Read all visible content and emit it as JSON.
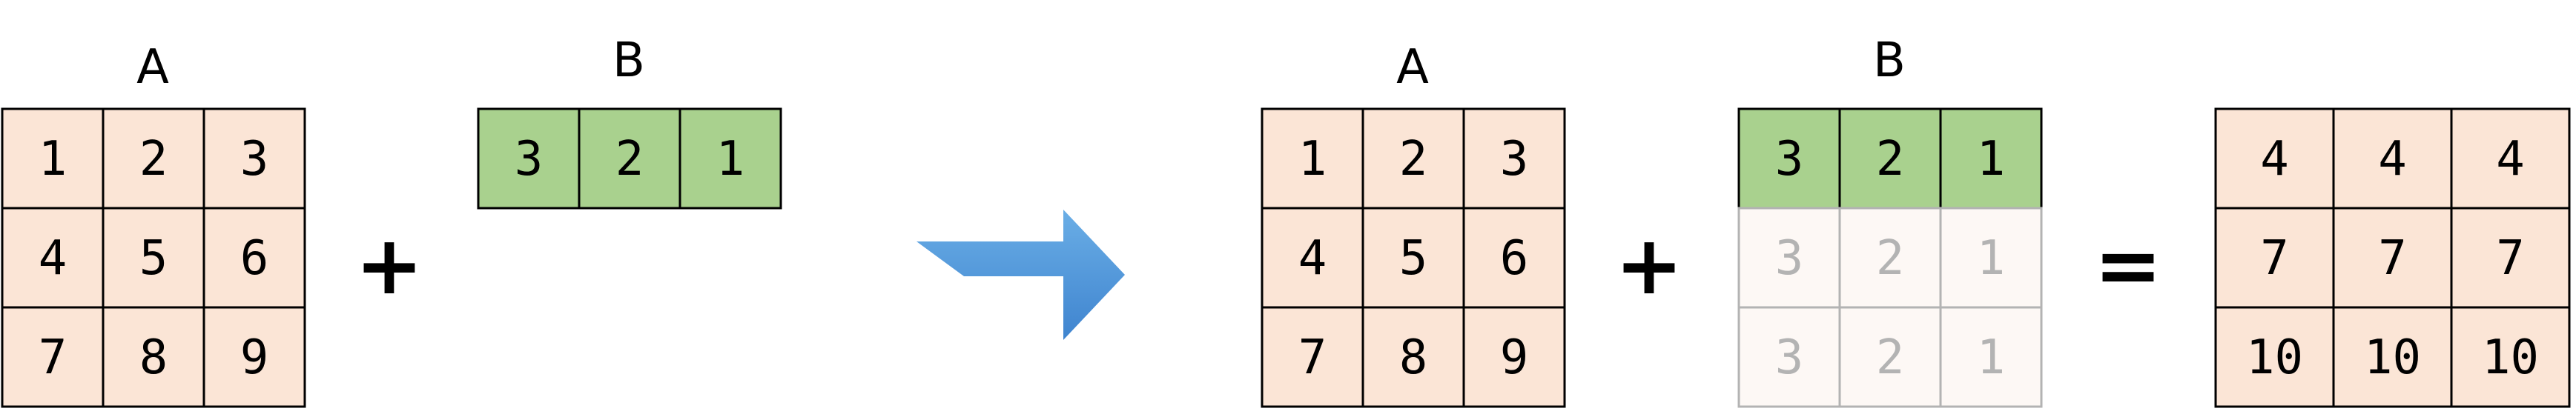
{
  "labels": {
    "A": "A",
    "B": "B"
  },
  "operators": {
    "plus": "+",
    "equals": "="
  },
  "matrix_a": [
    [
      "1",
      "2",
      "3"
    ],
    [
      "4",
      "5",
      "6"
    ],
    [
      "7",
      "8",
      "9"
    ]
  ],
  "vector_b": [
    "3",
    "2",
    "1"
  ],
  "broadcast_b_ghost_rows": [
    [
      "3",
      "2",
      "1"
    ],
    [
      "3",
      "2",
      "1"
    ]
  ],
  "result": [
    [
      "4",
      "4",
      "4"
    ],
    [
      "7",
      "7",
      "7"
    ],
    [
      "10",
      "10",
      "10"
    ]
  ],
  "colors": {
    "matrix_fill": "#fbe5d6",
    "vector_fill": "#a9d18e",
    "ghost_fill": "#fdf8f5",
    "grid_line": "#000000",
    "ghost_line": "#b3b3b3",
    "arrow_top": "#6aaee6",
    "arrow_bottom": "#3f84cf"
  },
  "icons": {
    "arrow": "right-arrow-icon"
  }
}
